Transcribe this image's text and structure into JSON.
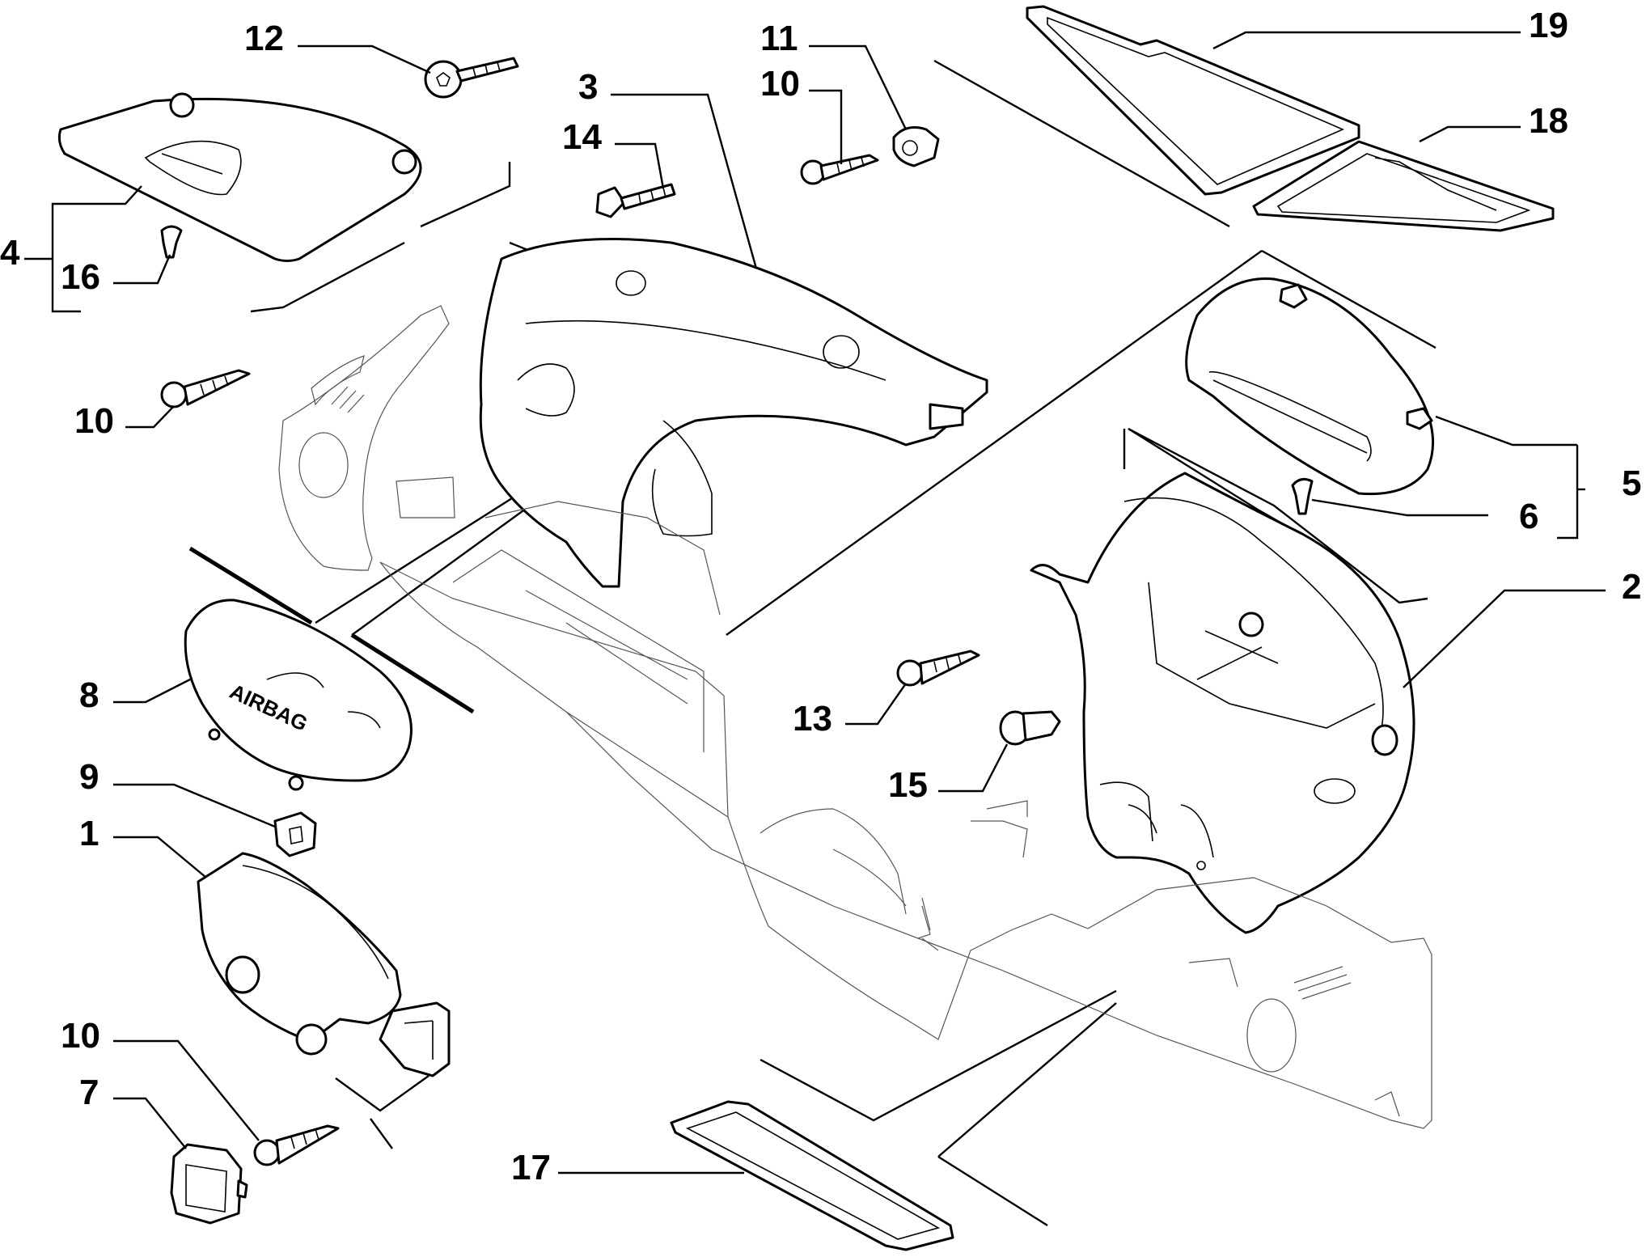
{
  "diagram": {
    "embossed_text": "AIRBAG",
    "callouts": [
      {
        "id": "c1",
        "label": "1"
      },
      {
        "id": "c2",
        "label": "2"
      },
      {
        "id": "c3",
        "label": "3"
      },
      {
        "id": "c4",
        "label": "4"
      },
      {
        "id": "c5",
        "label": "5"
      },
      {
        "id": "c6",
        "label": "6"
      },
      {
        "id": "c7",
        "label": "7"
      },
      {
        "id": "c8",
        "label": "8"
      },
      {
        "id": "c9",
        "label": "9"
      },
      {
        "id": "c10a",
        "label": "10"
      },
      {
        "id": "c10b",
        "label": "10"
      },
      {
        "id": "c10c",
        "label": "10"
      },
      {
        "id": "c11",
        "label": "11"
      },
      {
        "id": "c12",
        "label": "12"
      },
      {
        "id": "c13",
        "label": "13"
      },
      {
        "id": "c14",
        "label": "14"
      },
      {
        "id": "c15",
        "label": "15"
      },
      {
        "id": "c16",
        "label": "16"
      },
      {
        "id": "c17",
        "label": "17"
      },
      {
        "id": "c18",
        "label": "18"
      },
      {
        "id": "c19",
        "label": "19"
      }
    ]
  }
}
